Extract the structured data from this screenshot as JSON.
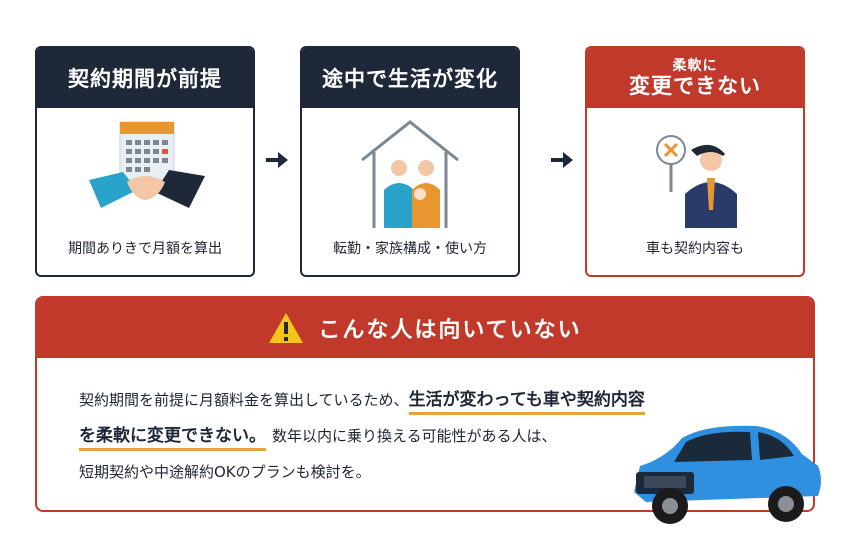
{
  "cards": [
    {
      "title": "契約期間が前提",
      "caption": "期間ありきで月額を算出"
    },
    {
      "title": "途中で生活が変化",
      "caption": "転勤・家族構成・使い方"
    },
    {
      "title_small": "柔軟に",
      "title_big": "変更できない",
      "caption": "車も契約内容も"
    }
  ],
  "panel": {
    "title": "こんな人は向いていない",
    "line1_pre": "契約期間を前提に月額料金を算出しているため、",
    "line1_hl": "生活が変わっても車や契約内容",
    "line2_hl": "を柔軟に変更できない。",
    "line2_post": "数年以内に乗り換える可能性がある人は、",
    "line3": "短期契約や中途解約OKのプランも検討を。"
  },
  "colors": {
    "navy": "#1f2838",
    "red": "#c0392b",
    "accent": "#e6a23c",
    "car": "#2f8fe0"
  }
}
